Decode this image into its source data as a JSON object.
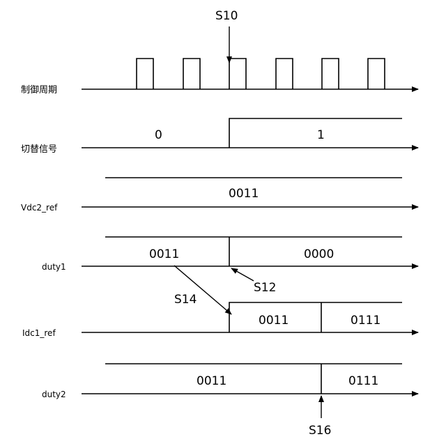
{
  "signals": {
    "clock": {
      "label": "制御周期"
    },
    "switch": {
      "label": "切替信号",
      "before": "0",
      "after": "1"
    },
    "vdc2_ref": {
      "label": "Vdc2_ref",
      "value": "0011"
    },
    "duty1": {
      "label": "duty1",
      "before": "0011",
      "after": "0000"
    },
    "idc1_ref": {
      "label": "Idc1_ref",
      "value1": "0011",
      "value2": "0111"
    },
    "duty2": {
      "label": "duty2",
      "before": "0011",
      "after": "0111"
    }
  },
  "steps": {
    "s10": "S10",
    "s12": "S12",
    "s14": "S14",
    "s16": "S16"
  },
  "colors": {
    "line": "#000000",
    "background": "#ffffff"
  }
}
